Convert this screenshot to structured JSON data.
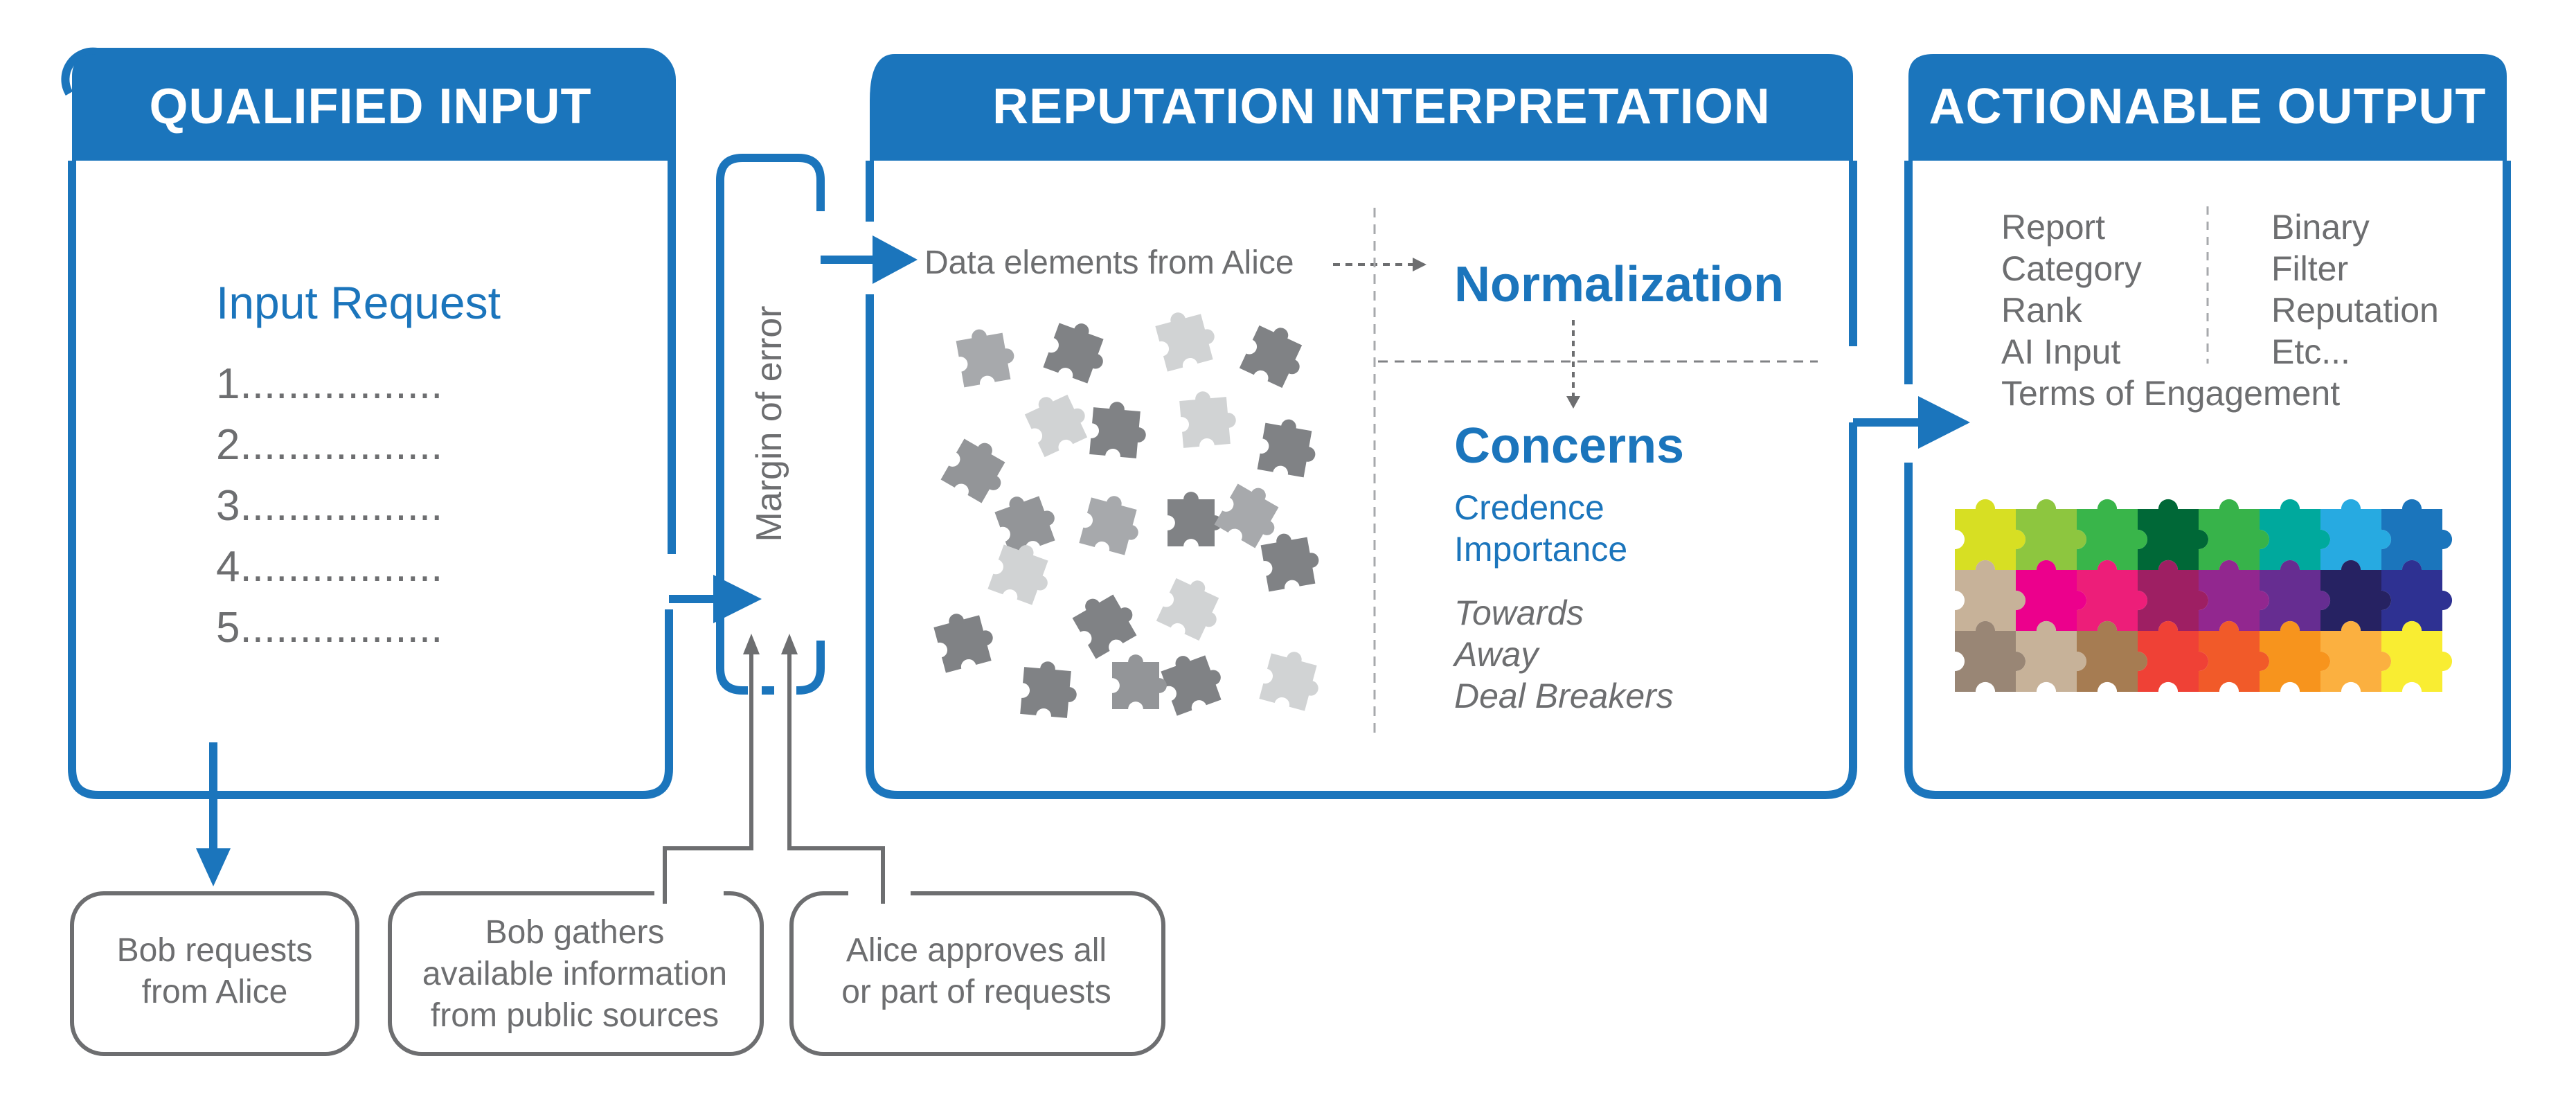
{
  "colors": {
    "blue": "#1b75bc",
    "gray_text": "#6d6e70",
    "gray_line": "#6d6e70",
    "puzzle_gray": [
      "#a7a9ac",
      "#808285",
      "#d1d3d4",
      "#939598"
    ]
  },
  "panels": {
    "qualified_input": {
      "title": "QUALIFIED INPUT",
      "request_title": "Input Request",
      "items": [
        "1.................",
        "2.................",
        "3.................",
        "4.................",
        "5................."
      ]
    },
    "margin": {
      "label": "Margin of error"
    },
    "reputation": {
      "title": "REPUTATION INTERPRETATION",
      "data_elements": "Data elements from Alice",
      "normalization": "Normalization",
      "concerns": "Concerns",
      "concern_items": [
        "Credence",
        "Importance"
      ],
      "direction_items": [
        "Towards",
        "Away",
        "Deal Breakers"
      ]
    },
    "actionable": {
      "title": "ACTIONABLE OUTPUT",
      "left_list": [
        "Report",
        "Category",
        "Rank",
        "AI Input"
      ],
      "right_list": [
        "Binary",
        "Filter",
        "Reputation",
        "Etc..."
      ],
      "bottom_item": "Terms of Engagement",
      "puzzle_colors": [
        [
          "#d7df23",
          "#8dc63f",
          "#39b54a",
          "#006837",
          "#37b34a",
          "#00a99d",
          "#27aae1",
          "#1b75bc"
        ],
        [
          "#c7b299",
          "#ec008c",
          "#ed1e79",
          "#9e1f63",
          "#92278f",
          "#662d91",
          "#262262",
          "#2e3192"
        ],
        [
          "#998675",
          "#c7b299",
          "#a67c52",
          "#ef4136",
          "#f15a29",
          "#f7941d",
          "#fbb040",
          "#f9ed32"
        ]
      ]
    }
  },
  "notes": {
    "bob_requests": [
      "Bob requests",
      "from Alice"
    ],
    "bob_gathers": [
      "Bob gathers",
      "available information",
      "from public sources"
    ],
    "alice_approves": [
      "Alice approves all",
      "or part of requests"
    ]
  }
}
